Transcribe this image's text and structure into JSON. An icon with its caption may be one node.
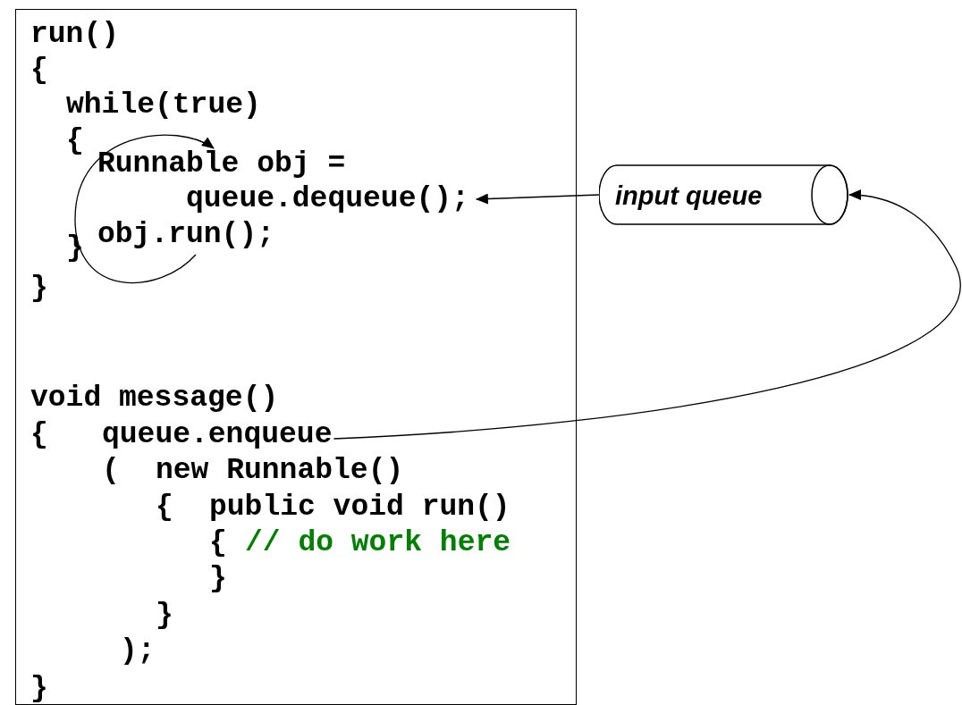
{
  "diagram": {
    "nodes": [
      {
        "text": [],
        "shape": "box"
      },
      {
        "text": [
          "run()"
        ],
        "in": 0
      },
      {
        "text": [
          "{"
        ],
        "in": 0
      },
      {
        "text": [
          "while(true)"
        ],
        "in": 0
      },
      {
        "text": [
          "{"
        ],
        "in": 0
      },
      {
        "text": [
          "Runnable obj ="
        ],
        "in": 0
      },
      {
        "text": [
          "queue.dequeue();"
        ],
        "in": 0
      },
      {
        "text": [
          "}"
        ],
        "in": 0
      },
      {
        "text": [
          "obj.run();"
        ],
        "in": 0
      },
      {
        "text": [
          "}"
        ],
        "in": 0
      },
      {
        "text": [
          "void message()"
        ],
        "in": 0
      },
      {
        "text": [
          "{"
        ],
        "in": 0
      },
      {
        "text": [
          "queue.enqueue"
        ],
        "in": 0
      },
      {
        "text": [
          "("
        ],
        "in": 0
      },
      {
        "text": [
          "new Runnable()"
        ],
        "in": 0
      },
      {
        "text": [
          "{"
        ],
        "in": 0
      },
      {
        "text": [
          "public void run()"
        ],
        "in": 0
      },
      {
        "text": [
          "{"
        ],
        "in": 0
      },
      {
        "text": [
          "// do work here"
        ],
        "in": 0
      },
      {
        "text": [
          "}"
        ],
        "in": 0
      },
      {
        "text": [
          "}"
        ],
        "in": 0
      },
      {
        "text": [
          ");"
        ],
        "in": 0
      },
      {
        "text": [
          "}"
        ],
        "in": 0
      },
      {
        "text": [
          "input queue"
        ]
      }
    ],
    "edges": [
      {
        "from": 23,
        "to": 6,
        "arrow": "to"
      },
      {
        "from": 12,
        "to": 23,
        "arrow": "to"
      },
      {
        "from": 8,
        "to": 5,
        "arrow": "to"
      }
    ]
  }
}
